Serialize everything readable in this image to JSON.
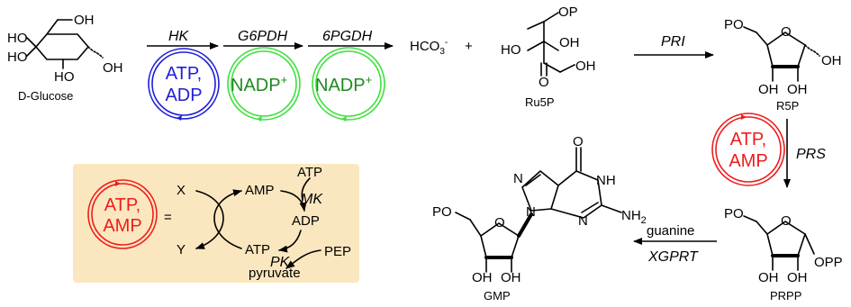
{
  "colors": {
    "blue": "#1f1fd6",
    "green": "#1f8a1f",
    "green_ring": "#3ee03e",
    "red": "#ee1c1c",
    "legend_bg": "#fbe7bf"
  },
  "molecules": {
    "glucose": {
      "name": "D-Glucose",
      "oh_top": "OH",
      "ho_left_up": "HO",
      "ho_left_down": "HO",
      "ho_bottom": "HO",
      "oh_anomeric": "OH"
    },
    "bicarbonate": {
      "formula": "HCO",
      "sub": "3",
      "sup": "-",
      "plus": "+"
    },
    "ru5p": {
      "name": "Ru5P",
      "op": "OP",
      "ho": "HO",
      "oh_right": "OH",
      "o_keto": "O",
      "oh_bottom": "OH"
    },
    "r5p": {
      "name": "R5P",
      "po": "PO",
      "o": "O",
      "oh_right": "OH",
      "oh_a": "OH",
      "oh_b": "OH"
    },
    "prpp": {
      "name": "PRPP",
      "po": "PO",
      "o": "O",
      "opp": "OPP",
      "oh_a": "OH",
      "oh_b": "OH"
    },
    "gmp": {
      "name": "GMP",
      "po": "PO",
      "o_ring": "O",
      "oh_a": "OH",
      "oh_b": "OH",
      "o_carbonyl": "O",
      "nh": "NH",
      "nh2": "NH",
      "nh2_sub": "2",
      "n_a": "N",
      "n_b": "N",
      "n_c": "N"
    }
  },
  "enzymes": {
    "hk": "HK",
    "g6pdh": "G6PDH",
    "6pgdh": "6PGDH",
    "pri": "PRI",
    "prs": "PRS",
    "xgprt": "XGPRT",
    "guanine": "guanine"
  },
  "cofactors": {
    "atp_adp": {
      "line1": "ATP,",
      "line2": "ADP"
    },
    "nadp_1": {
      "text": "NADP",
      "sup": "+"
    },
    "nadp_2": {
      "text": "NADP",
      "sup": "+"
    },
    "atp_amp_prs": {
      "line1": "ATP,",
      "line2": "AMP"
    }
  },
  "legend": {
    "key_line1": "ATP,",
    "key_line2": "AMP",
    "equals": "=",
    "x": "X",
    "y": "Y",
    "amp": "AMP",
    "adp": "ADP",
    "atp_bottom": "ATP",
    "atp_top": "ATP",
    "mk": "MK",
    "pk": "PK",
    "pep": "PEP",
    "pyruvate": "pyruvate"
  }
}
